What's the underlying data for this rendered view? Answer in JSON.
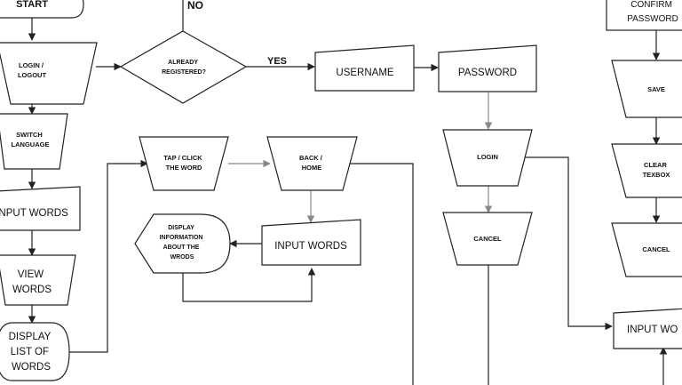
{
  "diagram": {
    "nodes": {
      "start": [
        "START"
      ],
      "login_logout": [
        "LOGIN /",
        "LOGOUT"
      ],
      "switch_language": [
        "SWITCH",
        "LANGUAGE"
      ],
      "input_words_left": [
        "INPUT WORDS"
      ],
      "view_words": [
        "VIEW",
        "WORDS"
      ],
      "display_list": [
        "DISPLAY",
        "LIST OF",
        "WORDS"
      ],
      "already_registered": [
        "ALREADY",
        "REGISTERED?"
      ],
      "username": [
        "USERNAME"
      ],
      "password": [
        "PASSWORD"
      ],
      "tap_click": [
        "TAP / CLICK",
        "THE WORD"
      ],
      "back_home": [
        "BACK /",
        "HOME"
      ],
      "display_info": [
        "DISPLAY",
        "INFORMATION",
        "ABOUT THE",
        "WRODS"
      ],
      "input_words_mid": [
        "INPUT WORDS"
      ],
      "login": [
        "LOGIN"
      ],
      "cancel_mid": [
        "CANCEL"
      ],
      "confirm_password": [
        "CONFIRM",
        "PASSWORD"
      ],
      "save": [
        "SAVE"
      ],
      "clear_textbox": [
        "CLEAR",
        "TEXBOX"
      ],
      "cancel_right": [
        "CANCEL"
      ],
      "input_words_right": [
        "INPUT WO"
      ]
    },
    "edge_labels": {
      "no": "NO",
      "yes": "YES"
    }
  }
}
